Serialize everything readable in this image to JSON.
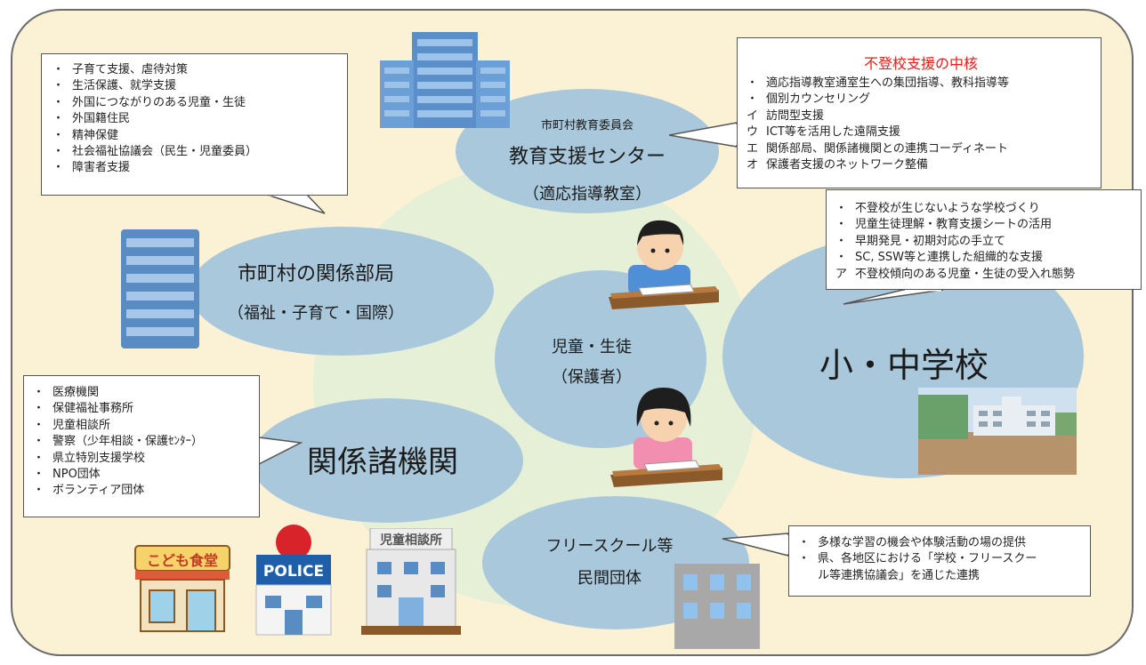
{
  "colors": {
    "frame_fill": "#fbf2d6",
    "frame_border": "#6b6b6b",
    "ellipse": "#a9c8db",
    "center_circle": "#e6f0d6",
    "accent_red": "#e0201c"
  },
  "nodes": {
    "board": {
      "caption": "市町村教育委員会",
      "title": "教育支援センター",
      "subtitle": "（適応指導教室）"
    },
    "municipal": {
      "title": "市町村の関係部局",
      "subtitle": "（福祉・子育て・国際）"
    },
    "student": {
      "title": "児童・生徒",
      "subtitle": "（保護者）"
    },
    "school": {
      "title": "小・中学校"
    },
    "agencies": {
      "title": "関係諸機関"
    },
    "freeschool": {
      "title": "フリースクール等",
      "subtitle": "民間団体"
    }
  },
  "bubbles": {
    "municipal": {
      "items": [
        {
          "mark": "・",
          "text": "子育て支援、虐待対策"
        },
        {
          "mark": "・",
          "text": "生活保護、就学支援"
        },
        {
          "mark": "・",
          "text": "外国につながりのある児童・生徒"
        },
        {
          "mark": "・",
          "text": "外国籍住民"
        },
        {
          "mark": "・",
          "text": "精神保健"
        },
        {
          "mark": "・",
          "text": "社会福祉協議会（民生・児童委員）"
        },
        {
          "mark": "・",
          "text": "障害者支援"
        }
      ]
    },
    "center": {
      "heading": "不登校支援の中核",
      "items": [
        {
          "mark": "・",
          "text": "適応指導教室通室生への集団指導、教科指導等"
        },
        {
          "mark": "・",
          "text": "個別カウンセリング"
        },
        {
          "mark": "イ",
          "text": "訪問型支援"
        },
        {
          "mark": "ウ",
          "text": "ICT等を活用した遠隔支援"
        },
        {
          "mark": "エ",
          "text": "関係部局、関係諸機関との連携コーディネート"
        },
        {
          "mark": "オ",
          "text": "保護者支援のネットワーク整備"
        }
      ]
    },
    "school": {
      "items": [
        {
          "mark": "・",
          "text": "不登校が生じないような学校づくり"
        },
        {
          "mark": "・",
          "text": "児童生徒理解・教育支援シートの活用"
        },
        {
          "mark": "・",
          "text": "早期発見・初期対応の手立て"
        },
        {
          "mark": "・",
          "text": "SC, SSW等と連携した組織的な支援"
        },
        {
          "mark": "ア",
          "text": "不登校傾向のある児童・生徒の受入れ態勢"
        }
      ]
    },
    "agencies": {
      "items": [
        {
          "mark": "・",
          "text": "医療機関"
        },
        {
          "mark": "・",
          "text": "保健福祉事務所"
        },
        {
          "mark": "・",
          "text": "児童相談所"
        },
        {
          "mark": "・",
          "text": "警察（少年相談・保護ｾﾝﾀｰ）"
        },
        {
          "mark": "・",
          "text": "県立特別支援学校"
        },
        {
          "mark": "・",
          "text": "NPO団体"
        },
        {
          "mark": "・",
          "text": "ボランティア団体"
        }
      ]
    },
    "freeschool": {
      "items": [
        {
          "mark": "・",
          "text": "多様な学習の機会や体験活動の場の提供"
        },
        {
          "mark": "・",
          "text": "県、各地区における「学校・フリースクー"
        },
        {
          "mark": "",
          "text": "ル等連携協議会」を通じた連携"
        }
      ]
    }
  },
  "illustrations": {
    "kodomo_shokudo": "こども食堂",
    "police": "POLICE",
    "jidou_soudanjo": "児童相談所"
  },
  "icons": [
    "office-building-icon",
    "office-tower-icon",
    "boy-studying-icon",
    "girl-studying-icon",
    "school-photo-icon",
    "kodomo-shokudo-icon",
    "police-station-icon",
    "child-guidance-center-icon",
    "free-school-building-icon"
  ]
}
